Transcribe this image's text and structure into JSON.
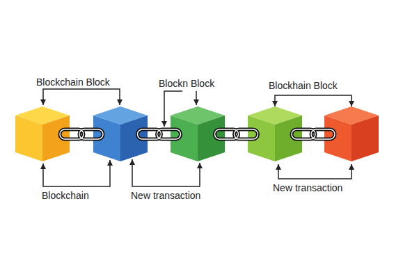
{
  "diagram": {
    "labels": [
      "Blockchain Block",
      "Blockn Block",
      "Blockhain Block",
      "Blockchain",
      "New transaction",
      "New transaction"
    ]
  }
}
